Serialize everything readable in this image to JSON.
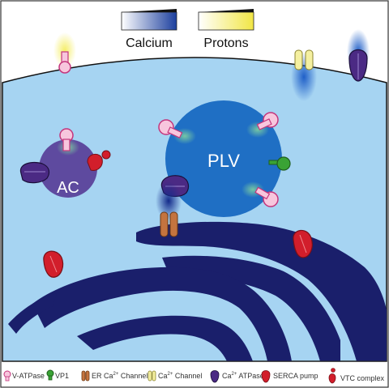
{
  "gradient_legend": {
    "calcium": "Calcium",
    "protons": "Protons"
  },
  "organelles": {
    "acidocalcisome": "AC",
    "plv": "PLV"
  },
  "legend": {
    "v_atpase": "V-ATPase",
    "vp1": "VP1",
    "er_ca_channel_prefix": "ER Ca",
    "er_ca_channel_sup": "2+",
    "er_ca_channel_suffix": " Channel",
    "ca_channel_prefix": "Ca",
    "ca_channel_sup": "2+",
    "ca_channel_suffix": " Channel",
    "ca_atpase_prefix": "Ca",
    "ca_atpase_sup": "2+",
    "ca_atpase_suffix": " ATPase",
    "serca_pump": "SERCA pump",
    "vtc_complex": "VTC complex"
  },
  "colors": {
    "cytoplasm": "#a6d4f2",
    "er": "#1a1f6b",
    "organelle_ac": "#5e4a9f",
    "organelle_plv": "#1f6fc4",
    "v_atpase": "#f7c6dd",
    "vp1": "#3aa335",
    "er_ca_channel": "#c4743f",
    "ca_channel": "#f5f0a0",
    "ca_atpase": "#4b2a84",
    "serca": "#d21e2b",
    "vtc": "#d21e2b",
    "calcium_gradient": "#1c3f9e",
    "proton_gradient": "#f1e645"
  }
}
